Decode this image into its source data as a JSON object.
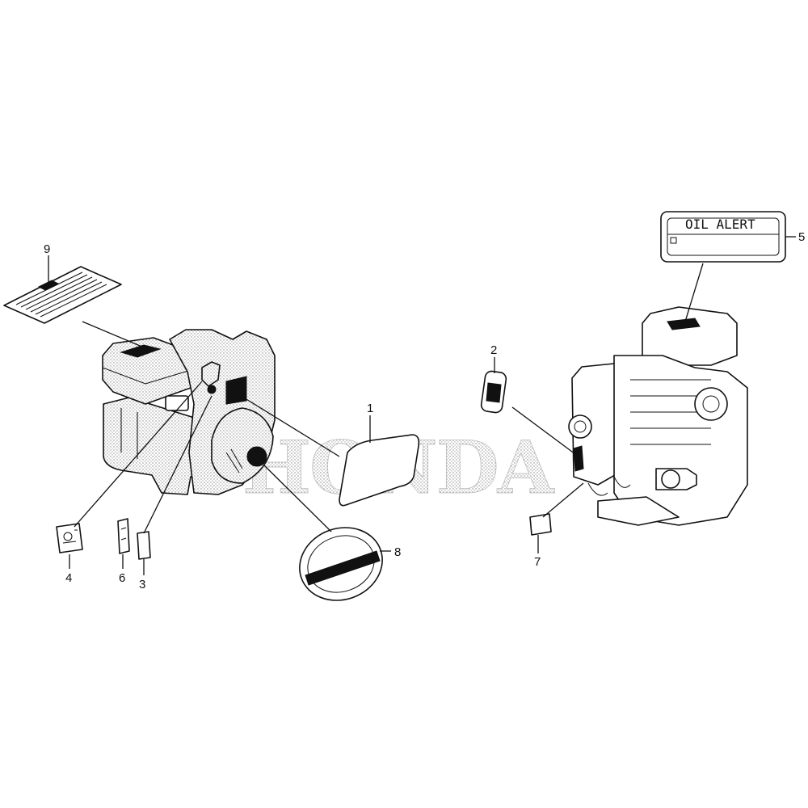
{
  "watermark": {
    "text": "HONDA"
  },
  "labels": {
    "oil_alert": "OIL ALERT"
  },
  "callouts": [
    {
      "id": "c1",
      "number": "1"
    },
    {
      "id": "c2",
      "number": "2"
    },
    {
      "id": "c3",
      "number": "3"
    },
    {
      "id": "c4",
      "number": "4"
    },
    {
      "id": "c5",
      "number": "5"
    },
    {
      "id": "c6",
      "number": "6"
    },
    {
      "id": "c7",
      "number": "7"
    },
    {
      "id": "c8",
      "number": "8"
    },
    {
      "id": "c9",
      "number": "9"
    }
  ]
}
